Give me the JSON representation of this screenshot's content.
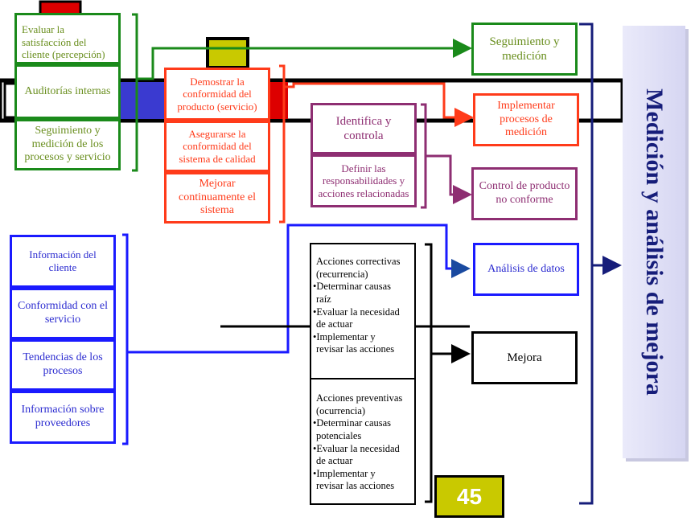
{
  "title": "Medición y análisis de mejora",
  "page_number": "45",
  "colors": {
    "green": "#1a8a1a",
    "red": "#ff3b1a",
    "purple": "#8e2e72",
    "blue": "#1a1aff",
    "navy": "#161d7a",
    "olive": "#c9c900"
  },
  "green_group": [
    "Evaluar la satisfacción del cliente (percepción)",
    "Auditorías internas",
    "Seguimiento y medición de los procesos y servicio"
  ],
  "red_group": [
    "Demostrar la conformidad del producto (servicio)",
    "Asegurarse la conformidad del sistema de calidad",
    "Mejorar continuamente el sistema"
  ],
  "purple_group": [
    "Identifica y controla",
    "Definir las responsabilidades y acciones relacionadas"
  ],
  "blue_group": [
    "Información del cliente",
    "Conformidad con el servicio",
    "Tendencias de los procesos",
    "Información sobre proveedores"
  ],
  "outputs": {
    "seguimiento": "Seguimiento y medición",
    "implementar": "Implementar procesos de medición",
    "control": "Control de producto no conforme",
    "analisis": "Análisis de datos",
    "mejora": "Mejora"
  },
  "acciones": {
    "correctivas": [
      "Acciones correctivas",
      "(recurrencia)",
      "•Determinar causas",
      "raíz",
      "•Evaluar la necesidad",
      "de actuar",
      "•Implementar y",
      "revisar las acciones"
    ],
    "preventivas": [
      "Acciones preventivas",
      "(ocurrencia)",
      "•Determinar causas",
      "potenciales",
      "•Evaluar la necesidad",
      "de actuar",
      "•Implementar y",
      "revisar las acciones"
    ]
  }
}
